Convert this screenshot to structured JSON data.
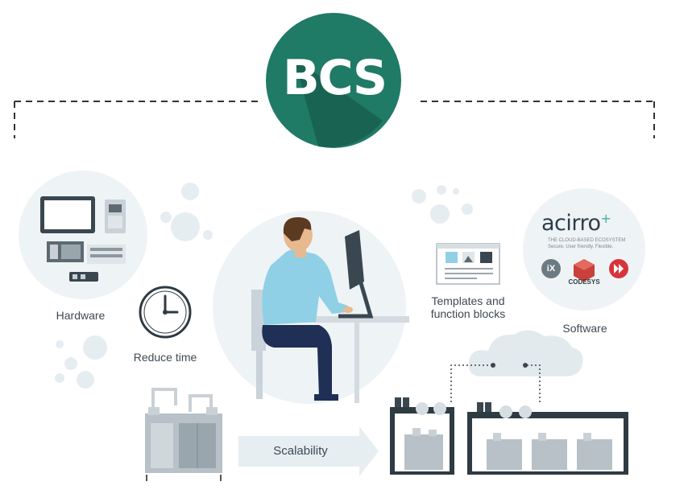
{
  "logo": {
    "text": "BCS",
    "color": "#1e7a66"
  },
  "hardware": {
    "label": "Hardware"
  },
  "reduce_time": {
    "label": "Reduce time"
  },
  "templates": {
    "line1": "Templates and",
    "line2": "function blocks"
  },
  "software": {
    "label": "Software",
    "brand": "acirro",
    "brand_plus": "+",
    "tagline1": "THE CLOUD-BASED ECOSYSTEM",
    "tagline2": "Secure. User friendly. Flexible.",
    "ix_badge": "iX",
    "codesys": "CODESYS"
  },
  "scalability": {
    "label": "Scalability"
  },
  "colors": {
    "circle": "#eef3f6",
    "bubble": "#e4ebef",
    "accent": "#8fd0e6",
    "dark": "#2e3b43"
  }
}
